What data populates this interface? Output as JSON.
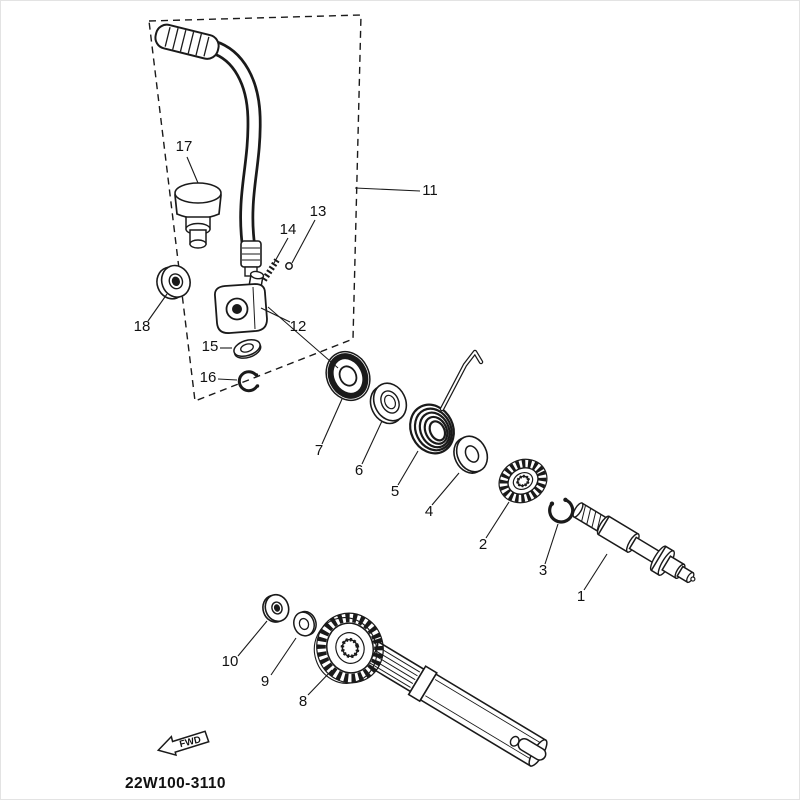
{
  "diagram": {
    "part_code": "22W100-3110",
    "fwd_label": "FWD"
  },
  "part_labels": {
    "n1": "1",
    "n2": "2",
    "n3": "3",
    "n4": "4",
    "n5": "5",
    "n6": "6",
    "n7": "7",
    "n8": "8",
    "n9": "9",
    "n10": "10",
    "n11": "11",
    "n12": "12",
    "n13": "13",
    "n14": "14",
    "n15": "15",
    "n16": "16",
    "n17": "17",
    "n18": "18"
  }
}
